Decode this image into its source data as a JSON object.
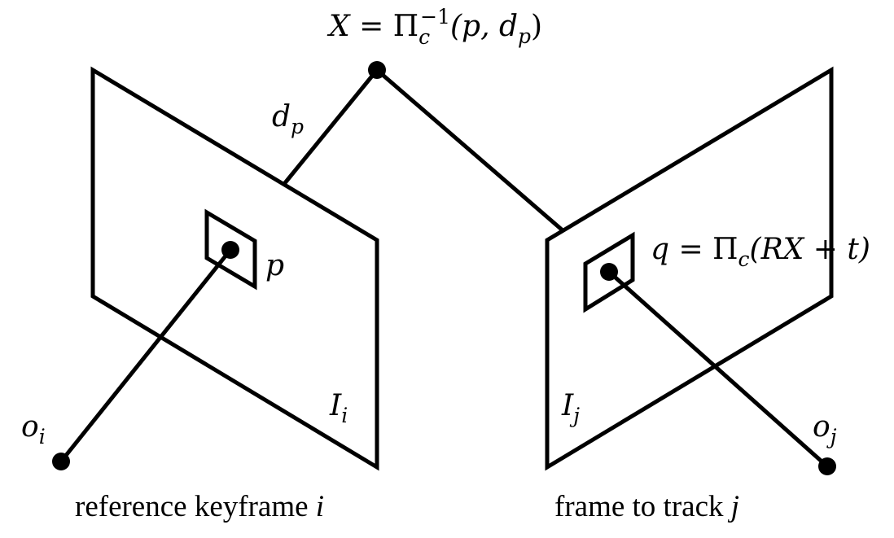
{
  "labels": {
    "point_X": {
      "lhs": "X",
      "eq": " = ",
      "pi": "Π",
      "pi_sub": "c",
      "pi_sup": "−1",
      "args": "(p, d",
      "args_sub": "p",
      "close": ")"
    },
    "depth": {
      "base": "d",
      "sub": "p"
    },
    "pixel_p": "p",
    "pixel_q": {
      "lhs": "q",
      "eq": " = ",
      "pi": "Π",
      "pi_sub": "c",
      "args": "(RX + t)"
    },
    "image_i": {
      "base": "I",
      "sub": "i"
    },
    "image_j": {
      "base": "I",
      "sub": "j"
    },
    "origin_i": {
      "base": "o",
      "sub": "i"
    },
    "origin_j": {
      "base": "o",
      "sub": "j"
    }
  },
  "captions": {
    "left": {
      "text": "reference keyframe ",
      "var": "i"
    },
    "right": {
      "text": "frame to track ",
      "var": "j"
    }
  }
}
